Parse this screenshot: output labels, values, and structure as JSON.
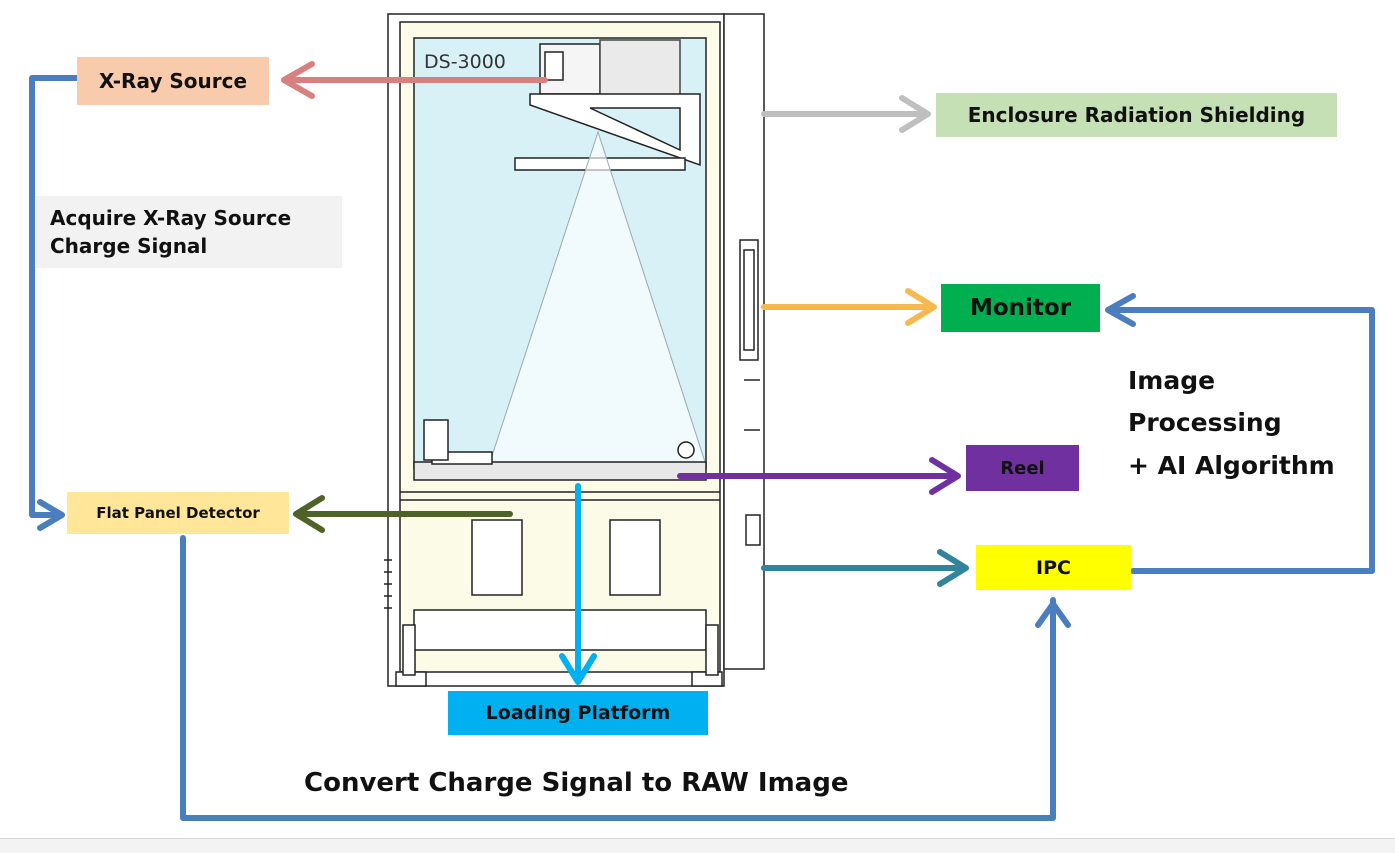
{
  "machine": {
    "model_label": "DS-3000"
  },
  "components": {
    "xray_source": {
      "label": "X-Ray Source",
      "color": "#f8cbad"
    },
    "shielding": {
      "label": "Enclosure Radiation Shielding",
      "color": "#c5e0b4"
    },
    "monitor": {
      "label": "Monitor",
      "color": "#00b050"
    },
    "reel": {
      "label": "Reel",
      "color": "#7030a0"
    },
    "flat_panel": {
      "label": "Flat Panel Detector",
      "color": "#ffe699"
    },
    "ipc": {
      "label": "IPC",
      "color": "#ffff00"
    },
    "loading_platform": {
      "label": "Loading Platform",
      "color": "#00b0f0"
    }
  },
  "annotations": {
    "acquire_line1": "Acquire X-Ray Source",
    "acquire_line2": "Charge Signal",
    "processing_line1": "Image",
    "processing_line2": "Processing",
    "processing_line3": "+ AI Algorithm",
    "convert": "Convert Charge Signal to RAW Image"
  },
  "colors": {
    "loop_line": "#4a7ebf",
    "arrow_xray": "#d88080",
    "arrow_shielding": "#bfbfbf",
    "arrow_monitor": "#f5b94f",
    "arrow_reel": "#7030a0",
    "arrow_flat_panel": "#4f6228",
    "arrow_ipc": "#31849b",
    "arrow_loading": "#00b0f0",
    "machine_glass": "#d7f1f7",
    "machine_frame": "#fbfbe8"
  }
}
